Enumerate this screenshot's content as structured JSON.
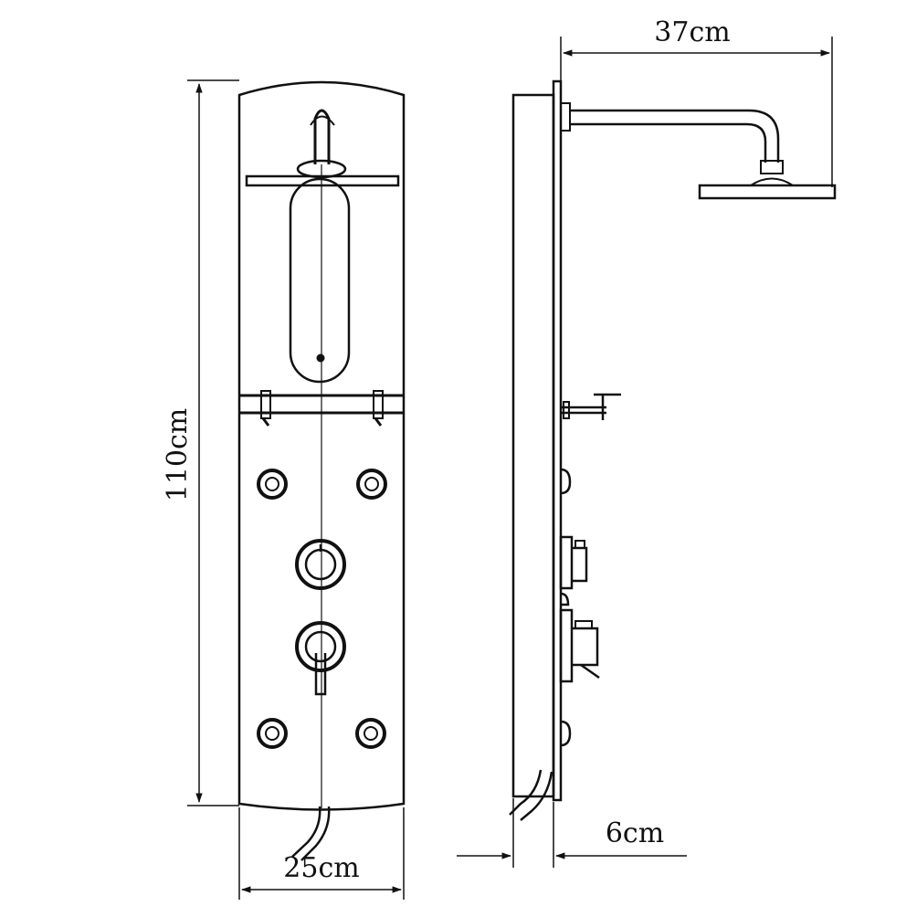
{
  "dimensions": {
    "height_label": "110cm",
    "width_label": "25cm",
    "arm_reach_label": "37cm",
    "depth_label": "6cm"
  },
  "colors": {
    "line": "#111111",
    "background": "#ffffff"
  }
}
